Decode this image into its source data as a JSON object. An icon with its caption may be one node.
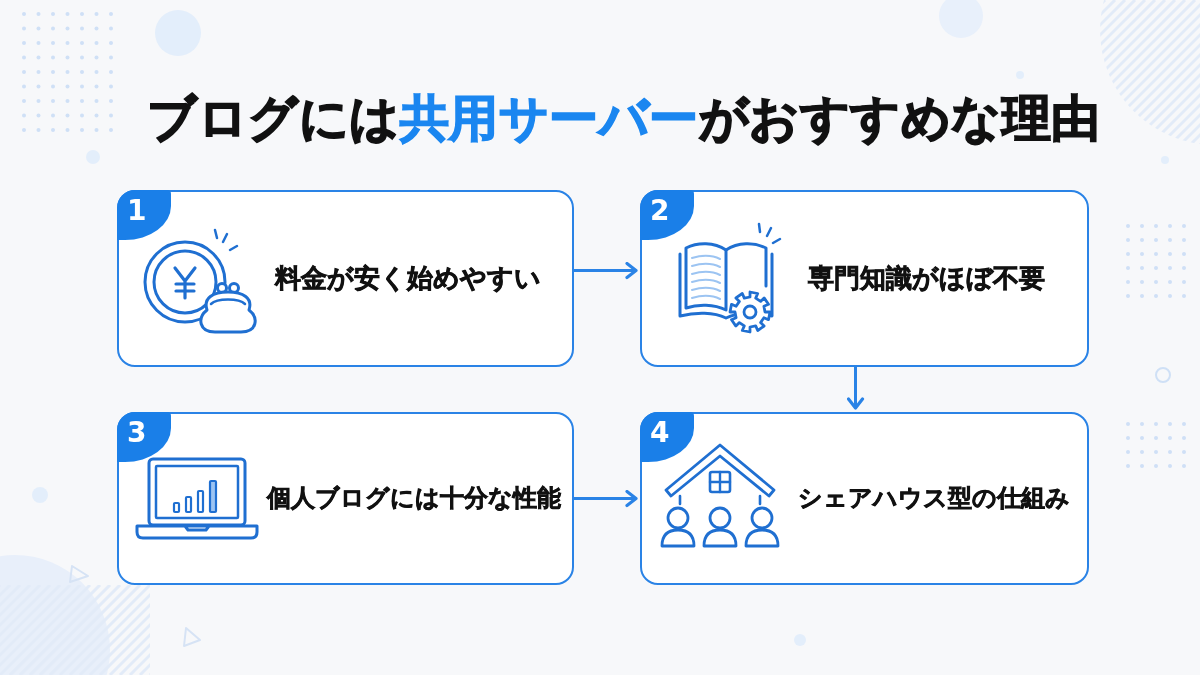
{
  "diagram": {
    "title": "ブログには**共用サーバー**がおすすめな理由",
    "nodes": [
      {
        "text": [
          "1",
          "料金が安く始めやすい"
        ]
      },
      {
        "text": [
          "2",
          "専門知識がほぼ不要"
        ]
      },
      {
        "text": [
          "3",
          "個人ブログには十分な性能"
        ]
      },
      {
        "text": [
          "4",
          "シェアハウス型の仕組み"
        ]
      }
    ],
    "edges": [
      {
        "from": 0,
        "to": 1,
        "arrow": "to"
      },
      {
        "from": 1,
        "to": 3,
        "arrow": "to"
      },
      {
        "from": 2,
        "to": 3,
        "arrow": "to"
      }
    ]
  }
}
